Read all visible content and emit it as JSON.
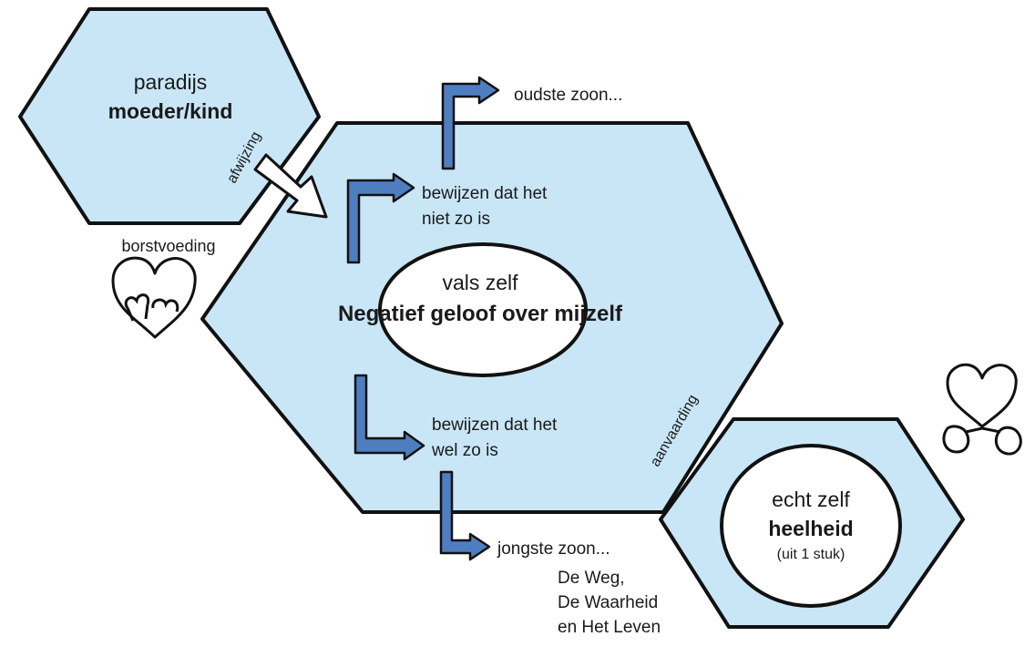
{
  "paradise": {
    "line1": "paradijs",
    "line2": "moeder/kind"
  },
  "rejection_label": "afwijzing",
  "breastfeeding_label": "borstvoeding",
  "false_self": {
    "line1": "vals zelf",
    "line2": "Negatief geloof over mijzelf"
  },
  "prove_not": {
    "line1": "bewijzen dat het",
    "line2": "niet zo is"
  },
  "prove_is": {
    "line1": "bewijzen dat het",
    "line2": "wel zo is"
  },
  "oldest_son": "oudste zoon...",
  "youngest_son": "jongste zoon...",
  "way": {
    "line1": "De Weg,",
    "line2": "De Waarheid",
    "line3": "en Het Leven"
  },
  "acceptance_label": "aanvaarding",
  "true_self": {
    "line1": "echt zelf",
    "line2": "heelheid",
    "line3": "(uit 1 stuk)"
  },
  "colors": {
    "hex_fill": "#c9e6f7",
    "arrow_blue": "#4f7ec0",
    "outline": "#111111"
  }
}
